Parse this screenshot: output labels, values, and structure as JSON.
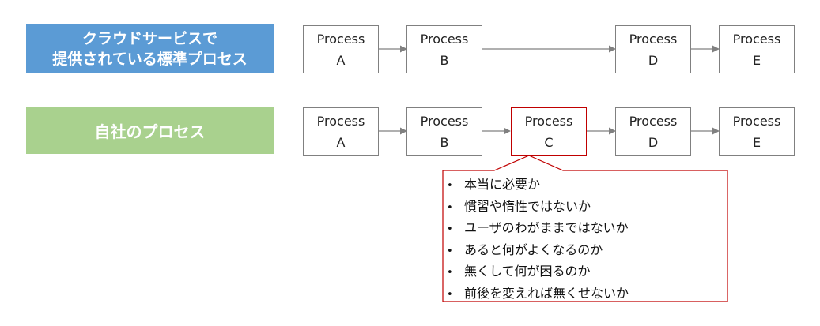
{
  "labels": {
    "standard_line1": "クラウドサービスで",
    "standard_line2": "提供されている標準プロセス",
    "own": "自社のプロセス"
  },
  "standard_process": [
    {
      "word": "Process",
      "letter": "A"
    },
    {
      "word": "Process",
      "letter": "B"
    },
    {
      "word": "Process",
      "letter": "D"
    },
    {
      "word": "Process",
      "letter": "E"
    }
  ],
  "own_process": [
    {
      "word": "Process",
      "letter": "A"
    },
    {
      "word": "Process",
      "letter": "B"
    },
    {
      "word": "Process",
      "letter": "C"
    },
    {
      "word": "Process",
      "letter": "D"
    },
    {
      "word": "Process",
      "letter": "E"
    }
  ],
  "callout": {
    "bullet": "•",
    "items": [
      "本当に必要か",
      "慣習や惰性ではないか",
      "ユーザのわがままではないか",
      "あると何がよくなるのか",
      "無くして何が困るのか",
      "前後を変えれば無くせないか"
    ]
  },
  "colors": {
    "standard_label": "#5b9bd5",
    "own_label": "#a9d18e",
    "highlight": "#c00000",
    "box_border": "#808080",
    "arrow": "#808080"
  }
}
